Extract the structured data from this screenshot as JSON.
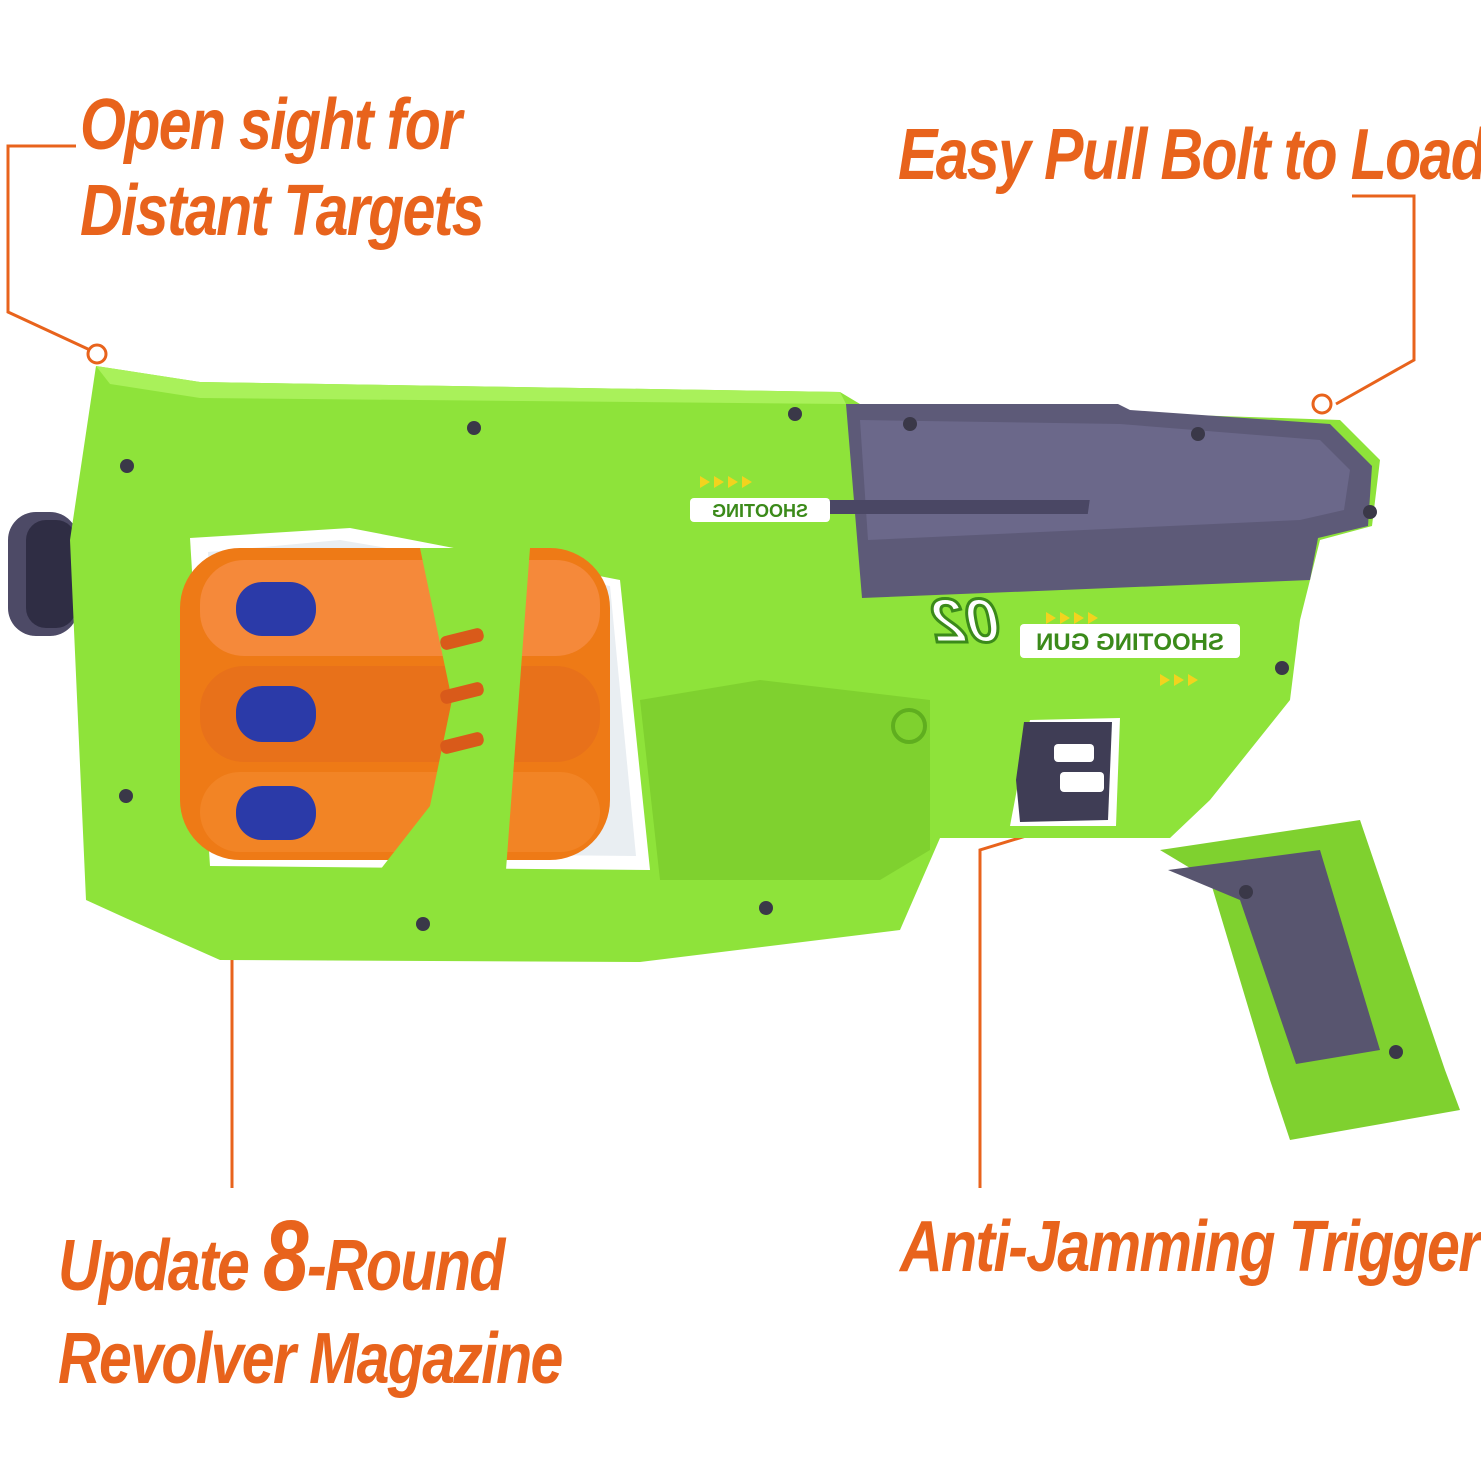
{
  "callouts": {
    "sight": {
      "line1": "Open sight for",
      "line2": "Distant Targets"
    },
    "bolt": {
      "text": "Easy Pull Bolt to Load"
    },
    "magazine": {
      "pre": "Update ",
      "number": "8",
      "post": "-Round",
      "line2": "Revolver Magazine"
    },
    "trigger": {
      "text": "Anti-Jamming Trigger"
    }
  },
  "product_markings": {
    "top_badge": "SHOOTING",
    "body_number": "02",
    "body_badge": "SHOOTING GUN"
  },
  "colors": {
    "callout": "#e8631c",
    "body_green": "#8ee33a",
    "slide_purple": "#5d5a78",
    "dart_orange": "#f07a1a",
    "dart_tip_blue": "#2b3aa8"
  }
}
